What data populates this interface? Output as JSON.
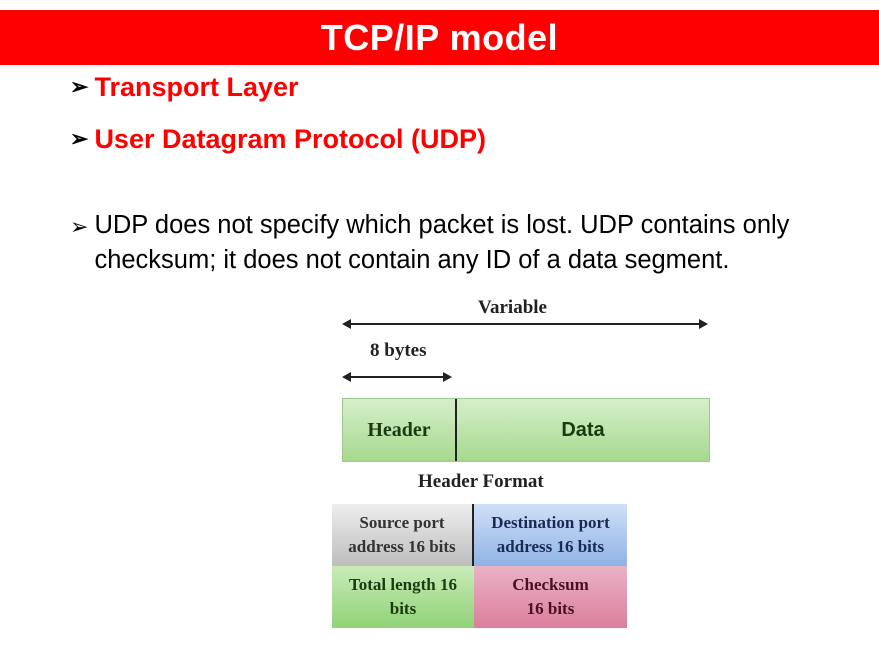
{
  "slide": {
    "title": "TCP/IP model",
    "bullets": [
      {
        "text": "Transport Layer",
        "style": "heading"
      },
      {
        "text": "User Datagram Protocol (UDP)",
        "style": "heading"
      },
      {
        "text": "UDP does not specify which packet is lost. UDP contains only checksum; it does not contain any ID of a data segment.",
        "style": "body"
      }
    ],
    "bullet_icon": "arrowhead-bullet-icon"
  },
  "diagram": {
    "variable_label": "Variable",
    "header_size_label": "8 bytes",
    "packet_cells": [
      "Header",
      "Data"
    ],
    "header_format_title": "Header Format",
    "header_fields": [
      {
        "line1": "Source port",
        "line2": "address 16 bits",
        "color": "#d0d0d0"
      },
      {
        "line1": "Destination port",
        "line2": "address 16 bits",
        "color": "#a9c6ec"
      },
      {
        "line1": "Total length 16",
        "line2": "bits",
        "color": "#a8dc94"
      },
      {
        "line1": "Checksum",
        "line2": "16 bits",
        "color": "#e59ab2"
      }
    ]
  },
  "colors": {
    "title_bg": "#ff0000",
    "heading_text": "#ff0000",
    "packet_green": "#b5e0a0"
  }
}
